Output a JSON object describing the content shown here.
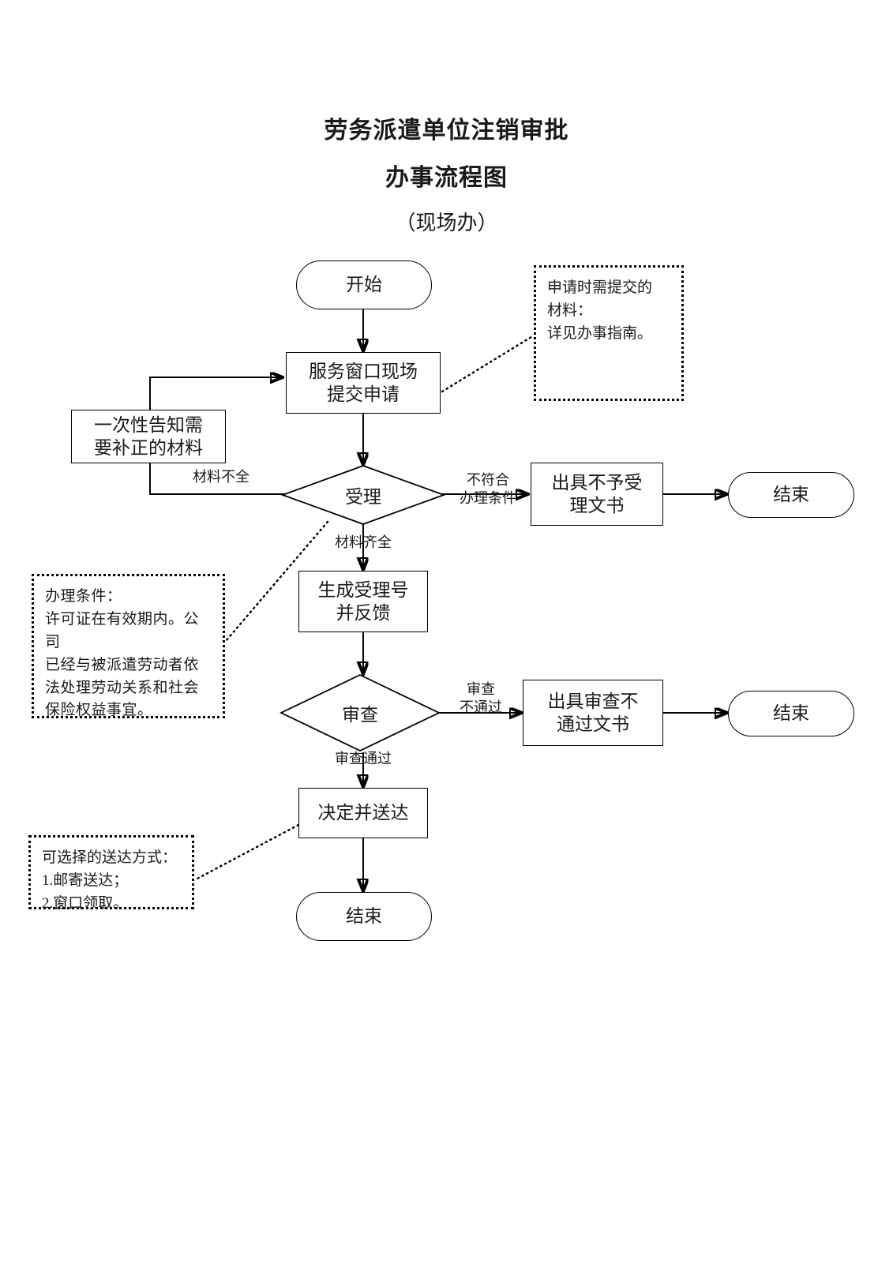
{
  "title": {
    "line1": "劳务派遣单位注销审批",
    "line2": "办事流程图",
    "sub": "（现场办）"
  },
  "chart_data": {
    "type": "diagram",
    "diagram_kind": "flowchart",
    "orientation": "top-to-bottom",
    "nodes": [
      {
        "id": "start",
        "shape": "terminator",
        "label": "开始"
      },
      {
        "id": "submit",
        "shape": "process",
        "label": "服务窗口现场\n提交申请"
      },
      {
        "id": "notify",
        "shape": "process",
        "label": "一次性告知需\n要补正的材料"
      },
      {
        "id": "accept",
        "shape": "decision",
        "label": "受理"
      },
      {
        "id": "reject_doc",
        "shape": "process",
        "label": "出具不予受\n理文书"
      },
      {
        "id": "end1",
        "shape": "terminator",
        "label": "结束"
      },
      {
        "id": "acceptno",
        "shape": "process",
        "label": "生成受理号\n并反馈"
      },
      {
        "id": "review",
        "shape": "decision",
        "label": "审查"
      },
      {
        "id": "fail_doc",
        "shape": "process",
        "label": "出具审查不\n通过文书"
      },
      {
        "id": "end2",
        "shape": "terminator",
        "label": "结束"
      },
      {
        "id": "decide",
        "shape": "process",
        "label": "决定并送达"
      },
      {
        "id": "end3",
        "shape": "terminator",
        "label": "结束"
      }
    ],
    "edges": [
      {
        "from": "start",
        "to": "submit",
        "label": ""
      },
      {
        "from": "submit",
        "to": "accept",
        "label": ""
      },
      {
        "from": "accept",
        "to": "notify",
        "label": "材料不全"
      },
      {
        "from": "notify",
        "to": "submit",
        "label": ""
      },
      {
        "from": "accept",
        "to": "reject_doc",
        "label": "不符合\n办理条件"
      },
      {
        "from": "reject_doc",
        "to": "end1",
        "label": ""
      },
      {
        "from": "accept",
        "to": "acceptno",
        "label": "材料齐全"
      },
      {
        "from": "acceptno",
        "to": "review",
        "label": ""
      },
      {
        "from": "review",
        "to": "fail_doc",
        "label": "审查\n不通过"
      },
      {
        "from": "fail_doc",
        "to": "end2",
        "label": ""
      },
      {
        "from": "review",
        "to": "decide",
        "label": "审查通过"
      },
      {
        "from": "decide",
        "to": "end3",
        "label": ""
      }
    ],
    "notes": [
      {
        "id": "note_materials",
        "attached_to": "submit",
        "label": "申请时需提交的\n材料：\n详见办事指南。"
      },
      {
        "id": "note_conditions",
        "attached_to": "accept",
        "label": "办理条件：\n许可证在有效期内。公司\n已经与被派遣劳动者依\n法处理劳动关系和社会\n保险权益事宜。"
      },
      {
        "id": "note_delivery",
        "attached_to": "decide",
        "label": "可选择的送达方式：\n1.邮寄送达；\n2.窗口领取。"
      }
    ]
  },
  "nodes": {
    "start": "开始",
    "submit": "服务窗口现场\n提交申请",
    "notify": "一次性告知需\n要补正的材料",
    "accept": "受理",
    "reject_doc": "出具不予受\n理文书",
    "end1": "结束",
    "acceptno": "生成受理号\n并反馈",
    "review": "审查",
    "fail_doc": "出具审查不\n通过文书",
    "end2": "结束",
    "decide": "决定并送达",
    "end3": "结束"
  },
  "edge_labels": {
    "incomplete": "材料不全",
    "not_eligible": "不符合\n办理条件",
    "complete": "材料齐全",
    "review_fail": "审查\n不通过",
    "review_pass": "审查通过"
  },
  "notes": {
    "materials": "申请时需提交的\n材料：\n详见办事指南。",
    "conditions": "办理条件：\n许可证在有效期内。公司\n已经与被派遣劳动者依\n法处理劳动关系和社会\n保险权益事宜。",
    "delivery": "可选择的送达方式：\n1.邮寄送达；\n2.窗口领取。"
  },
  "colors": {
    "stroke": "#000000",
    "background": "#ffffff",
    "text": "#1a1a1a"
  }
}
